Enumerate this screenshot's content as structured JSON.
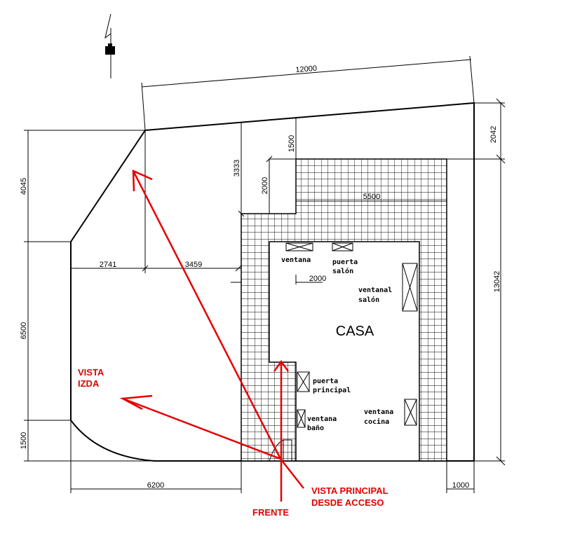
{
  "plan": {
    "dimensions": {
      "top_width": "12000",
      "right_total": "13042",
      "right_top": "2042",
      "left_top": "4045",
      "left_mid": "6500",
      "left_bottom": "1500",
      "inner_h1": "2741",
      "inner_h2": "3459",
      "v_3333": "3333",
      "v_1500": "1500",
      "v_2000": "2000",
      "h_5500": "5500",
      "inner_2000": "2000",
      "bottom_left": "6200",
      "bottom_right": "1000"
    },
    "house_label": "CASA",
    "rooms": {
      "ventana": "ventana",
      "puerta_salon_1": "puerta",
      "puerta_salon_2": "salón",
      "ventanal_salon_1": "ventanal",
      "ventanal_salon_2": "salón",
      "puerta_principal_1": "puerta",
      "puerta_principal_2": "principal",
      "ventana_bano_1": "ventana",
      "ventana_bano_2": "baño",
      "ventana_cocina_1": "ventana",
      "ventana_cocina_2": "cocina"
    },
    "views": {
      "vista_izda_1": "VISTA",
      "vista_izda_2": "IZDA",
      "vista_principal_1": "VISTA PRINCIPAL",
      "vista_principal_2": "DESDE ACCESO",
      "frente": "FRENTE"
    },
    "colors": {
      "annotation": "#e60000",
      "lines": "#000000"
    },
    "icons": [
      "north-arrow-icon"
    ]
  }
}
